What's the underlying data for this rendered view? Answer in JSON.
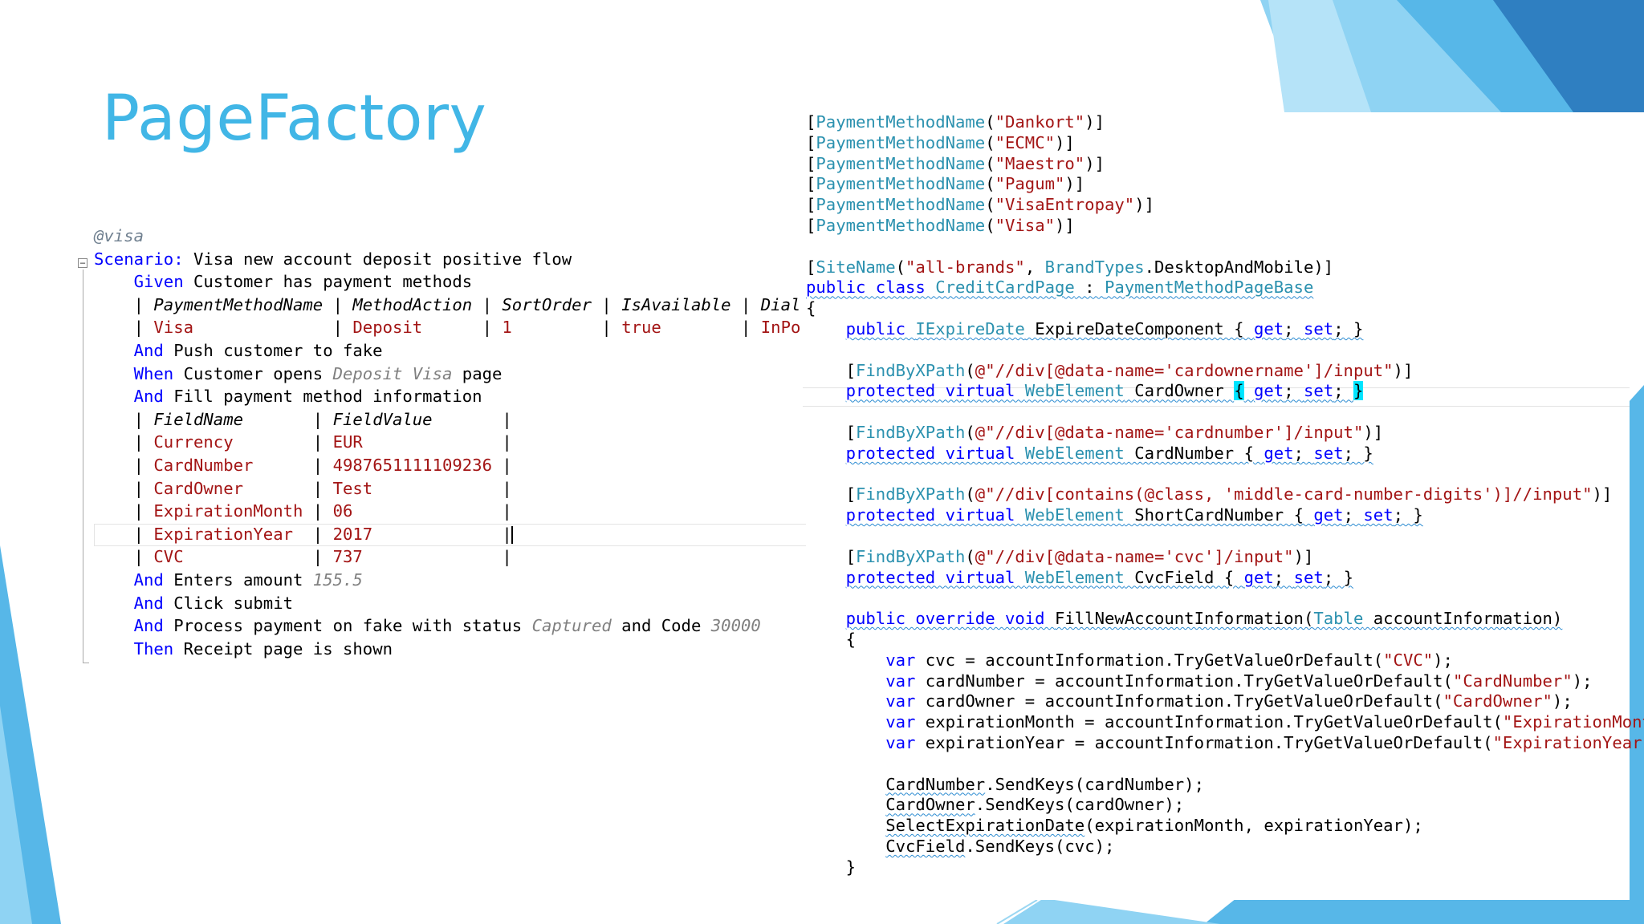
{
  "slide": {
    "title": "PageFactory",
    "colors": {
      "title": "#41b6e6",
      "deco_dark": "#2f7fc1",
      "deco_mid": "#57b7e8",
      "deco_light": "#8fd3f3"
    }
  },
  "gherkin": {
    "lines": [
      [
        [
          "tag",
          "@visa"
        ]
      ],
      [
        [
          "kw",
          "Scenario:"
        ],
        [
          "tx",
          " Visa new account deposit positive flow"
        ]
      ],
      [
        [
          "tx",
          "    "
        ],
        [
          "kw",
          "Given"
        ],
        [
          "tx",
          " Customer has payment methods"
        ]
      ],
      [
        [
          "tbl",
          "    | "
        ],
        [
          "hdr",
          "PaymentMethodName"
        ],
        [
          "tbl",
          " | "
        ],
        [
          "hdr",
          "MethodAction"
        ],
        [
          "tbl",
          " | "
        ],
        [
          "hdr",
          "SortOrder"
        ],
        [
          "tbl",
          " | "
        ],
        [
          "hdr",
          "IsAvailable"
        ],
        [
          "tbl",
          " | "
        ],
        [
          "hdr",
          "Dial"
        ]
      ],
      [
        [
          "tbl",
          "    | "
        ],
        [
          "val",
          "Visa             "
        ],
        [
          "tbl",
          " | "
        ],
        [
          "val",
          "Deposit     "
        ],
        [
          "tbl",
          " | "
        ],
        [
          "val",
          "1        "
        ],
        [
          "tbl",
          " | "
        ],
        [
          "val",
          "true       "
        ],
        [
          "tbl",
          " | "
        ],
        [
          "val",
          "InPo"
        ]
      ],
      [
        [
          "tx",
          "    "
        ],
        [
          "kw",
          "And"
        ],
        [
          "tx",
          " Push customer to fake"
        ]
      ],
      [
        [
          "tx",
          "    "
        ],
        [
          "kw",
          "When"
        ],
        [
          "tx",
          " Customer opens "
        ],
        [
          "it",
          "Deposit Visa"
        ],
        [
          "tx",
          " page"
        ]
      ],
      [
        [
          "tx",
          "    "
        ],
        [
          "kw",
          "And"
        ],
        [
          "tx",
          " Fill payment method information"
        ]
      ],
      [
        [
          "tbl",
          "    | "
        ],
        [
          "hdr",
          "FieldName      "
        ],
        [
          "tbl",
          " | "
        ],
        [
          "hdr",
          "FieldValue      "
        ],
        [
          "tbl",
          " |"
        ]
      ],
      [
        [
          "tbl",
          "    | "
        ],
        [
          "val",
          "Currency       "
        ],
        [
          "tbl",
          " | "
        ],
        [
          "val",
          "EUR             "
        ],
        [
          "tbl",
          " |"
        ]
      ],
      [
        [
          "tbl",
          "    | "
        ],
        [
          "val",
          "CardNumber     "
        ],
        [
          "tbl",
          " | "
        ],
        [
          "val",
          "4987651111109236"
        ],
        [
          "tbl",
          " |"
        ]
      ],
      [
        [
          "tbl",
          "    | "
        ],
        [
          "val",
          "CardOwner      "
        ],
        [
          "tbl",
          " | "
        ],
        [
          "val",
          "Test            "
        ],
        [
          "tbl",
          " |"
        ]
      ],
      [
        [
          "tbl",
          "    | "
        ],
        [
          "val",
          "ExpirationMonth"
        ],
        [
          "tbl",
          " | "
        ],
        [
          "val",
          "06              "
        ],
        [
          "tbl",
          " |"
        ]
      ],
      [
        [
          "tbl",
          "    | "
        ],
        [
          "val",
          "ExpirationYear "
        ],
        [
          "tbl",
          " | "
        ],
        [
          "val",
          "2017            "
        ],
        [
          "tbl",
          " |"
        ]
      ],
      [
        [
          "tbl",
          "    | "
        ],
        [
          "val",
          "CVC            "
        ],
        [
          "tbl",
          " | "
        ],
        [
          "val",
          "737             "
        ],
        [
          "tbl",
          " |"
        ]
      ],
      [
        [
          "tx",
          "    "
        ],
        [
          "kw",
          "And"
        ],
        [
          "tx",
          " Enters amount "
        ],
        [
          "it",
          "155.5"
        ]
      ],
      [
        [
          "tx",
          "    "
        ],
        [
          "kw",
          "And"
        ],
        [
          "tx",
          " Click submit"
        ]
      ],
      [
        [
          "tx",
          "    "
        ],
        [
          "kw",
          "And"
        ],
        [
          "tx",
          " Process payment on fake with status "
        ],
        [
          "it",
          "Captured"
        ],
        [
          "tx",
          " and Code "
        ],
        [
          "it",
          "30000"
        ]
      ],
      [
        [
          "tx",
          "    "
        ],
        [
          "kw",
          "Then"
        ],
        [
          "tx",
          " Receipt page is shown"
        ]
      ]
    ]
  },
  "code": {
    "lines": [
      [
        [
          "b",
          "["
        ],
        [
          "t",
          "PaymentMethodName"
        ],
        [
          "b",
          "("
        ],
        [
          "s",
          "\"Dankort\""
        ],
        [
          "b",
          ")]"
        ]
      ],
      [
        [
          "b",
          "["
        ],
        [
          "t",
          "PaymentMethodName"
        ],
        [
          "b",
          "("
        ],
        [
          "s",
          "\"ECMC\""
        ],
        [
          "b",
          ")]"
        ]
      ],
      [
        [
          "b",
          "["
        ],
        [
          "t",
          "PaymentMethodName"
        ],
        [
          "b",
          "("
        ],
        [
          "s",
          "\"Maestro\""
        ],
        [
          "b",
          ")]"
        ]
      ],
      [
        [
          "b",
          "["
        ],
        [
          "t",
          "PaymentMethodName"
        ],
        [
          "b",
          "("
        ],
        [
          "s",
          "\"Pagum\""
        ],
        [
          "b",
          ")]"
        ]
      ],
      [
        [
          "b",
          "["
        ],
        [
          "t",
          "PaymentMethodName"
        ],
        [
          "b",
          "("
        ],
        [
          "s",
          "\"VisaEntropay\""
        ],
        [
          "b",
          ")]"
        ]
      ],
      [
        [
          "b",
          "["
        ],
        [
          "t",
          "PaymentMethodName"
        ],
        [
          "b",
          "("
        ],
        [
          "s",
          "\"Visa\""
        ],
        [
          "b",
          ")]"
        ]
      ],
      [],
      [
        [
          "b",
          "["
        ],
        [
          "t",
          "SiteName"
        ],
        [
          "b",
          "("
        ],
        [
          "s",
          "\"all-brands\""
        ],
        [
          "b",
          ", "
        ],
        [
          "t",
          "BrandTypes"
        ],
        [
          "b",
          ".DesktopAndMobile)]"
        ]
      ],
      [
        [
          "k",
          "public class ",
          1
        ],
        [
          "t",
          "CreditCardPage",
          1
        ],
        [
          "b",
          " : ",
          1
        ],
        [
          "t",
          "PaymentMethodPageBase",
          1
        ]
      ],
      [
        [
          "b",
          "{"
        ]
      ],
      [
        [
          "b",
          "    "
        ],
        [
          "k",
          "public ",
          1
        ],
        [
          "t",
          "IExpireDate",
          1
        ],
        [
          "b",
          " ExpireDateComponent { ",
          1
        ],
        [
          "k",
          "get",
          1
        ],
        [
          "b",
          "; ",
          1
        ],
        [
          "k",
          "set",
          1
        ],
        [
          "b",
          "; }",
          1
        ]
      ],
      [],
      [
        [
          "b",
          "    ["
        ],
        [
          "t",
          "FindByXPath"
        ],
        [
          "b",
          "("
        ],
        [
          "s",
          "@\"//div[@data-name='cardownername']/input\""
        ],
        [
          "b",
          ")]"
        ]
      ],
      [
        [
          "b",
          "    "
        ],
        [
          "k",
          "protected virtual ",
          1
        ],
        [
          "t",
          "WebElement",
          1
        ],
        [
          "b",
          " CardOwner ",
          1
        ],
        [
          "h",
          "{"
        ],
        [
          "b",
          " ",
          1
        ],
        [
          "k",
          "get",
          1
        ],
        [
          "b",
          "; ",
          1
        ],
        [
          "k",
          "set",
          1
        ],
        [
          "b",
          "; ",
          1
        ],
        [
          "h",
          "}"
        ]
      ],
      [],
      [
        [
          "b",
          "    ["
        ],
        [
          "t",
          "FindByXPath"
        ],
        [
          "b",
          "("
        ],
        [
          "s",
          "@\"//div[@data-name='cardnumber']/input\""
        ],
        [
          "b",
          ")]"
        ]
      ],
      [
        [
          "b",
          "    "
        ],
        [
          "k",
          "protected virtual ",
          1
        ],
        [
          "t",
          "WebElement",
          1
        ],
        [
          "b",
          " CardNumber { ",
          1
        ],
        [
          "k",
          "get",
          1
        ],
        [
          "b",
          "; ",
          1
        ],
        [
          "k",
          "set",
          1
        ],
        [
          "b",
          "; }",
          1
        ]
      ],
      [],
      [
        [
          "b",
          "    ["
        ],
        [
          "t",
          "FindByXPath"
        ],
        [
          "b",
          "("
        ],
        [
          "s",
          "@\"//div[contains(@class, 'middle-card-number-digits')]//input\""
        ],
        [
          "b",
          ")]"
        ]
      ],
      [
        [
          "b",
          "    "
        ],
        [
          "k",
          "protected virtual ",
          1
        ],
        [
          "t",
          "WebElement",
          1
        ],
        [
          "b",
          " ShortCardNumber { ",
          1
        ],
        [
          "k",
          "get",
          1
        ],
        [
          "b",
          "; ",
          1
        ],
        [
          "k",
          "set",
          1
        ],
        [
          "b",
          "; }",
          1
        ]
      ],
      [],
      [
        [
          "b",
          "    ["
        ],
        [
          "t",
          "FindByXPath"
        ],
        [
          "b",
          "("
        ],
        [
          "s",
          "@\"//div[@data-name='cvc']/input\""
        ],
        [
          "b",
          ")]"
        ]
      ],
      [
        [
          "b",
          "    "
        ],
        [
          "k",
          "protected virtual ",
          1
        ],
        [
          "t",
          "WebElement",
          1
        ],
        [
          "b",
          " CvcField { ",
          1
        ],
        [
          "k",
          "get",
          1
        ],
        [
          "b",
          "; ",
          1
        ],
        [
          "k",
          "set",
          1
        ],
        [
          "b",
          "; }",
          1
        ]
      ],
      [],
      [
        [
          "b",
          "    "
        ],
        [
          "k",
          "public override void ",
          1
        ],
        [
          "b",
          "FillNewAccountInformation(",
          1
        ],
        [
          "t",
          "Table",
          1
        ],
        [
          "b",
          " accountInformation)",
          1
        ]
      ],
      [
        [
          "b",
          "    {"
        ]
      ],
      [
        [
          "b",
          "        "
        ],
        [
          "k",
          "var"
        ],
        [
          "b",
          " cvc = accountInformation.TryGetValueOrDefault("
        ],
        [
          "s",
          "\"CVC\""
        ],
        [
          "b",
          ");"
        ]
      ],
      [
        [
          "b",
          "        "
        ],
        [
          "k",
          "var"
        ],
        [
          "b",
          " cardNumber = accountInformation.TryGetValueOrDefault("
        ],
        [
          "s",
          "\"CardNumber\""
        ],
        [
          "b",
          ");"
        ]
      ],
      [
        [
          "b",
          "        "
        ],
        [
          "k",
          "var"
        ],
        [
          "b",
          " cardOwner = accountInformation.TryGetValueOrDefault("
        ],
        [
          "s",
          "\"CardOwner\""
        ],
        [
          "b",
          ");"
        ]
      ],
      [
        [
          "b",
          "        "
        ],
        [
          "k",
          "var"
        ],
        [
          "b",
          " expirationMonth = accountInformation.TryGetValueOrDefault("
        ],
        [
          "s",
          "\"ExpirationMonth\""
        ],
        [
          "b",
          ");"
        ]
      ],
      [
        [
          "b",
          "        "
        ],
        [
          "k",
          "var"
        ],
        [
          "b",
          " expirationYear = accountInformation.TryGetValueOrDefault("
        ],
        [
          "s",
          "\"ExpirationYear\""
        ],
        [
          "b",
          ");"
        ]
      ],
      [],
      [
        [
          "b",
          "        "
        ],
        [
          "b",
          "CardNumber",
          1
        ],
        [
          "b",
          ".SendKeys(cardNumber);"
        ]
      ],
      [
        [
          "b",
          "        "
        ],
        [
          "b",
          "CardOwner",
          1
        ],
        [
          "b",
          ".SendKeys(cardOwner);"
        ]
      ],
      [
        [
          "b",
          "        "
        ],
        [
          "b",
          "SelectExpirationDate",
          1
        ],
        [
          "b",
          "(expirationMonth, expirationYear);"
        ]
      ],
      [
        [
          "b",
          "        "
        ],
        [
          "b",
          "CvcField",
          1
        ],
        [
          "b",
          ".SendKeys(cvc);"
        ]
      ],
      [
        [
          "b",
          "    }"
        ]
      ]
    ]
  }
}
